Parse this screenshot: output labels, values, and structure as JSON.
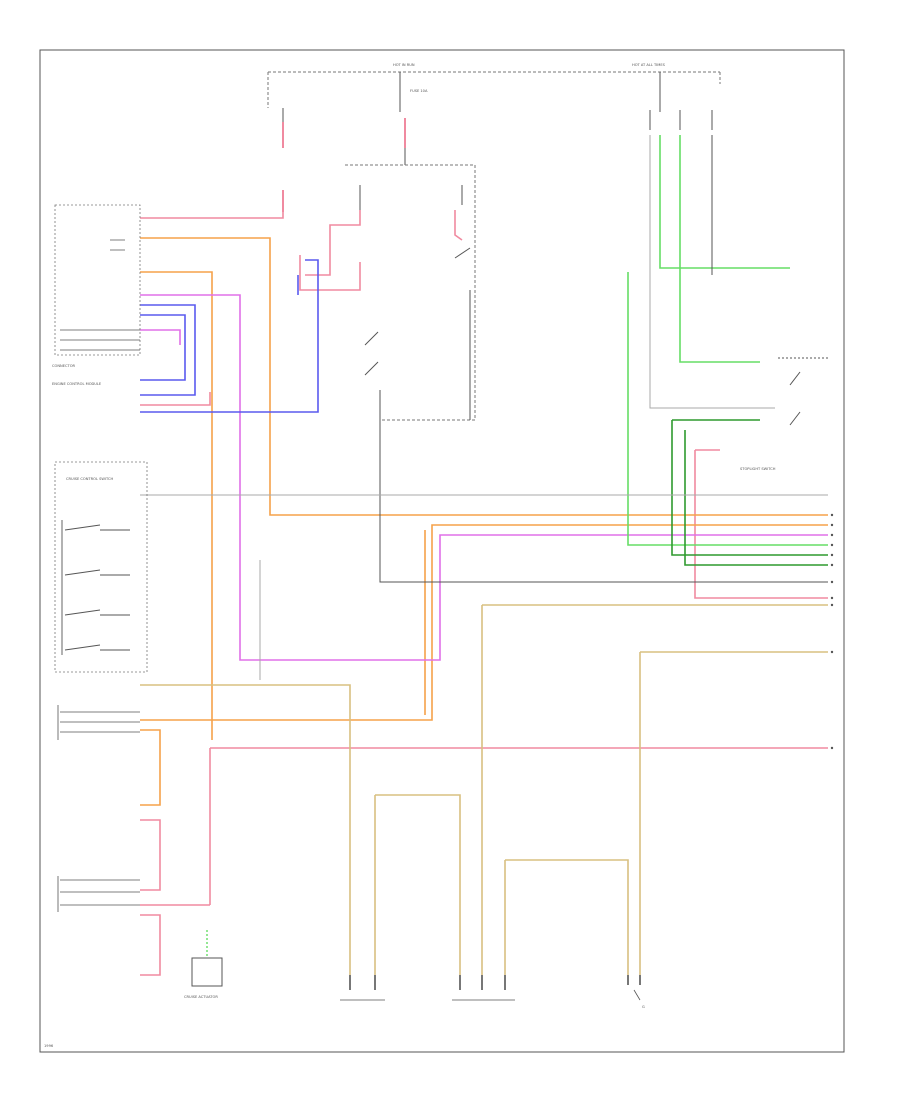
{
  "diagram": {
    "colors": {
      "pink": "#f08aa0",
      "orange": "#f5a24a",
      "tan": "#d8c080",
      "violet": "#e070e8",
      "blue": "#5a5aee",
      "green": "#66dd66",
      "darkgreen": "#2f9a2f",
      "gray": "#555555",
      "lightgray": "#aaaaaa",
      "olive": "#a8a040"
    },
    "labels": {
      "hot_top": "HOT IN RUN",
      "hot_top2": "HOT AT ALL TIMES",
      "fuse_top": "FUSE 10A",
      "connector_left": "CONNECTOR",
      "module_left": "ENGINE CONTROL MODULE",
      "cruise_ctrl": "CRUISE CONTROL SWITCH",
      "stoplamp_sw": "STOPLIGHT SWITCH",
      "actuator": "CRUISE ACTUATOR",
      "ground_label": "G",
      "footer": "1996"
    }
  }
}
